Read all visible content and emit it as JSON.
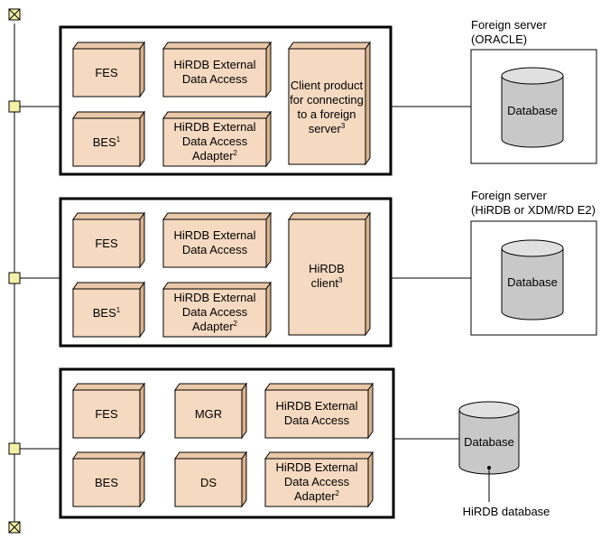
{
  "servers": [
    {
      "boxes": {
        "fes": "FES",
        "bes": "BES",
        "bes_note": "1",
        "ext_access": [
          "HiRDB External",
          "Data Access"
        ],
        "ext_adapter": [
          "HiRDB External",
          "Data Access",
          "Adapter"
        ],
        "ext_adapter_note": "2",
        "client": [
          "Client product",
          "for connecting",
          "to a foreign",
          "server"
        ],
        "client_note": "3"
      }
    },
    {
      "boxes": {
        "fes": "FES",
        "bes": "BES",
        "bes_note": "1",
        "ext_access": [
          "HiRDB External",
          "Data Access"
        ],
        "ext_adapter": [
          "HiRDB External",
          "Data Access",
          "Adapter"
        ],
        "ext_adapter_note": "2",
        "client": [
          "HiRDB",
          "client"
        ],
        "client_note": "3"
      }
    },
    {
      "boxes": {
        "fes": "FES",
        "bes": "BES",
        "mgr": "MGR",
        "ds": "DS",
        "ext_access": [
          "HiRDB External",
          "Data Access"
        ],
        "ext_adapter": [
          "HiRDB External",
          "Data Access",
          "Adapter"
        ],
        "ext_adapter_note": "2"
      }
    }
  ],
  "foreign_servers": [
    {
      "title": [
        "Foreign server",
        "(ORACLE)"
      ],
      "db_label": "Database"
    },
    {
      "title": [
        "Foreign server",
        "(HiRDB or XDM/RD E2)"
      ],
      "db_label": "Database"
    }
  ],
  "hirdb_db": {
    "db_label": "Database",
    "caption": "HiRDB database"
  }
}
